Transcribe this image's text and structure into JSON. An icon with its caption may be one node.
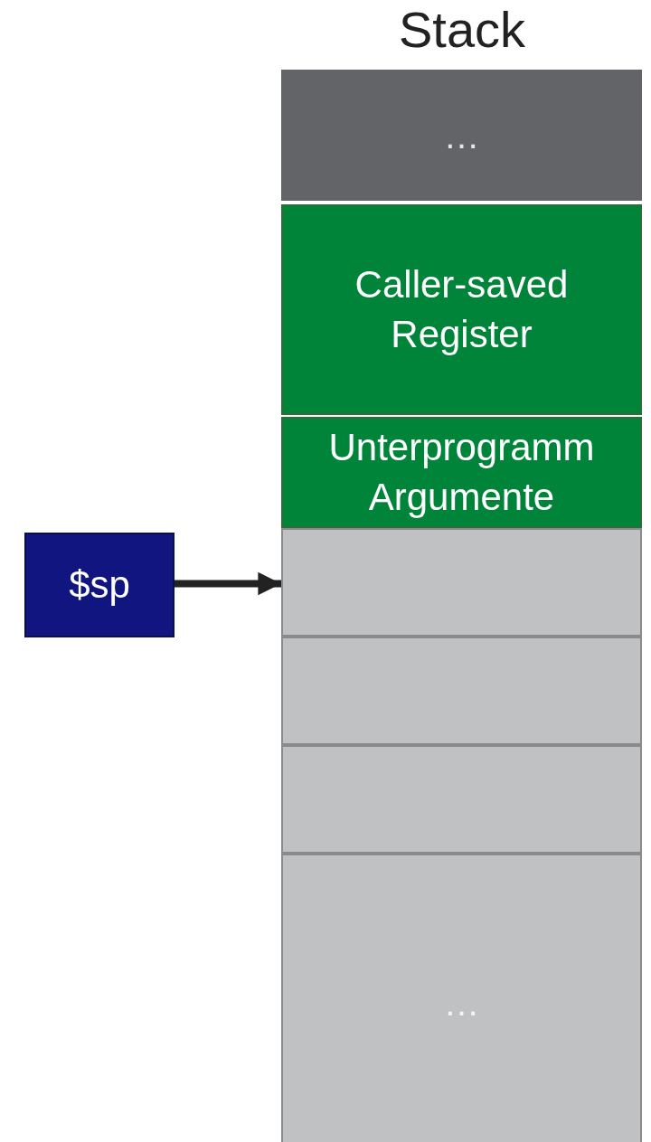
{
  "diagram": {
    "title": "Stack",
    "nodes": [
      {
        "text": [
          "…"
        ]
      },
      {
        "text": [
          "Caller-saved Register"
        ]
      },
      {
        "text": [
          "Unterprogramm Argumente"
        ]
      },
      {
        "text": [],
        "shape": "box"
      },
      {
        "text": [],
        "shape": "box"
      },
      {
        "text": [],
        "shape": "box"
      },
      {
        "text": [
          "…"
        ]
      },
      {
        "text": [
          "$sp"
        ]
      }
    ],
    "edges": [
      {
        "from": 7,
        "to": 3,
        "arrow": "to"
      }
    ]
  }
}
